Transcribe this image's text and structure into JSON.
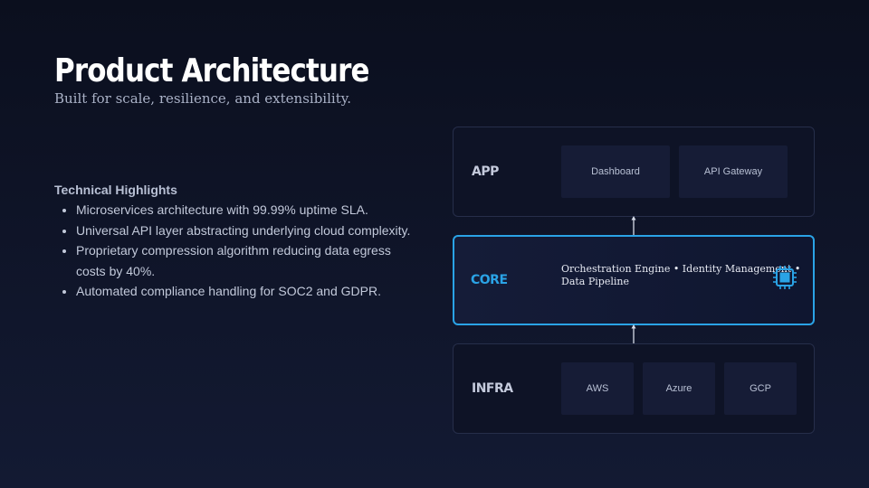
{
  "header": {
    "title": "Product Architecture",
    "subtitle": "Built for scale, resilience, and extensibility."
  },
  "highlights": {
    "title": "Technical Highlights",
    "items": [
      "Microservices architecture with 99.99% uptime SLA.",
      "Universal API layer abstracting underlying cloud complexity.",
      "Proprietary compression algorithm reducing data egress costs by 40%.",
      "Automated compliance handling for SOC2 and GDPR."
    ]
  },
  "diagram": {
    "app": {
      "label": "APP",
      "components": [
        "Dashboard",
        "API Gateway"
      ]
    },
    "core": {
      "label": "CORE",
      "line1": "Orchestration Engine • Identity Management •",
      "line2": "Data Pipeline",
      "icon": "cpu-icon"
    },
    "infra": {
      "label": "INFRA",
      "components": [
        "AWS",
        "Azure",
        "GCP"
      ]
    }
  },
  "colors": {
    "accent": "#2aa3e6",
    "background": "#0b0f1e",
    "chip": "#161c36",
    "border": "#262e4a"
  }
}
